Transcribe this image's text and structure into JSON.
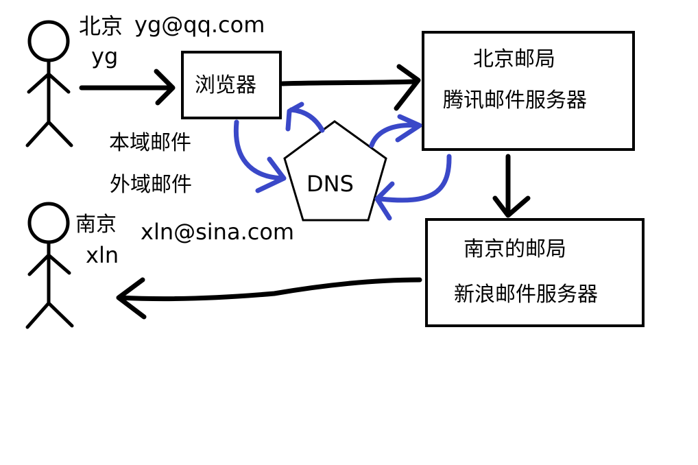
{
  "sender": {
    "city": "北京",
    "email": "yg@qq.com",
    "name": "yg"
  },
  "receiver": {
    "city": "南京",
    "email": "xln@sina.com",
    "name": "xln"
  },
  "browser": {
    "label": "浏览器"
  },
  "dns": {
    "label": "DNS"
  },
  "mail_types": {
    "local": "本域邮件",
    "remote": "外域邮件"
  },
  "beijing_server": {
    "title": "北京邮局",
    "subtitle": "腾讯邮件服务器"
  },
  "nanjing_server": {
    "title": "南京的邮局",
    "subtitle": "新浪邮件服务器"
  },
  "colors": {
    "ink": "#000000",
    "dns_arrows": "#3a48c8"
  }
}
